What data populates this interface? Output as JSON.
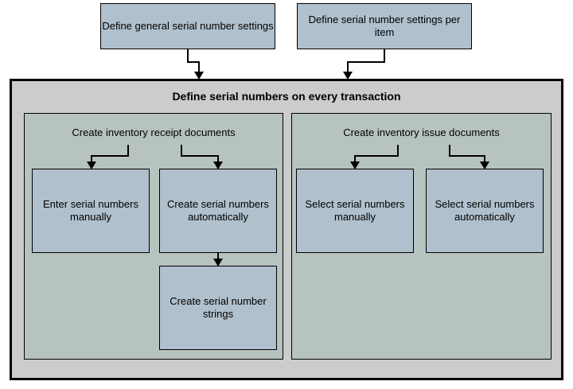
{
  "diagram": {
    "type": "flowchart",
    "title_boxes": [
      {
        "id": "general-settings",
        "label": "Define general serial number settings"
      },
      {
        "id": "per-item-settings",
        "label": "Define serial number settings per item"
      }
    ],
    "container": {
      "title": "Define serial numbers on every transaction",
      "panels": [
        {
          "id": "receipt",
          "title": "Create inventory receipt documents",
          "boxes": [
            {
              "id": "enter-manually",
              "label": "Enter serial numbers manually"
            },
            {
              "id": "create-automatically",
              "label": "Create serial numbers automatically"
            },
            {
              "id": "create-strings",
              "label": "Create serial number strings"
            }
          ]
        },
        {
          "id": "issue",
          "title": "Create inventory issue documents",
          "boxes": [
            {
              "id": "select-manually",
              "label": "Select serial numbers manually"
            },
            {
              "id": "select-automatically",
              "label": "Select serial numbers automatically"
            }
          ]
        }
      ]
    },
    "colors": {
      "box_fill": "#b0c0cc",
      "panel_fill": "#b7c3bf",
      "container_fill": "#cccccc",
      "stroke": "#000000",
      "page_background": "#ffffff"
    },
    "connectors": [
      {
        "from": "general-settings",
        "to": "container"
      },
      {
        "from": "per-item-settings",
        "to": "container"
      },
      {
        "from": "receipt-panel",
        "to": "enter-manually"
      },
      {
        "from": "receipt-panel",
        "to": "create-automatically"
      },
      {
        "from": "create-automatically",
        "to": "create-strings"
      },
      {
        "from": "issue-panel",
        "to": "select-manually"
      },
      {
        "from": "issue-panel",
        "to": "select-automatically"
      }
    ]
  }
}
